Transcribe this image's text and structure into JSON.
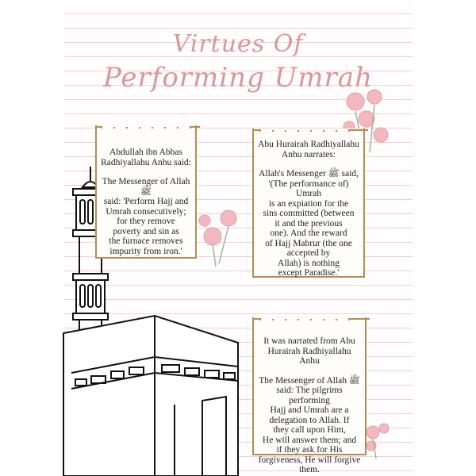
{
  "title": {
    "line1": "Virtues Of",
    "line2": "Performing Umrah"
  },
  "colors": {
    "title": "#d9969c",
    "card_border": "#b38d53",
    "ruled_line": "#f3cfd4"
  },
  "cards": [
    {
      "narrator_1": "Abdullah ibn Abbas",
      "narrator_2": "Radhiyallahu Anhu said:",
      "lines": [
        "The Messenger of Allah ﷺ",
        "said: 'Perform Hajj and",
        "Umrah consecutively;",
        "for they remove",
        "poverty and sin as",
        "the furnace removes",
        "impurity from iron.'"
      ]
    },
    {
      "narrator_1": "Abu Hurairah Radhiyallahu",
      "narrator_2": "Anhu narrates:",
      "lines": [
        "Allah's Messenger ﷺ said,",
        "'(The performance of) Umrah",
        "is an expiation for the",
        "sins committed (between",
        "it and the previous",
        "one). And the reward",
        "of Hajj Mabrur (the one",
        "accepted by",
        "Allah) is nothing",
        "except Paradise.'"
      ]
    },
    {
      "narrator_1": "It was narrated from Abu",
      "narrator_2": "Hurairah Radhiyallahu Anhu",
      "lines": [
        "The Messenger of Allah ﷺ",
        "said: The pilgrims performing",
        "Hajj and Umrah are a",
        "delegation to Allah. If",
        "they call upon Him,",
        "He will answer them; and",
        "if they ask for His",
        "forgiveness, He will forgive",
        "them."
      ]
    }
  ],
  "icons": [
    "minaret-icon",
    "kaaba-icon",
    "flower-decoration-icon"
  ]
}
